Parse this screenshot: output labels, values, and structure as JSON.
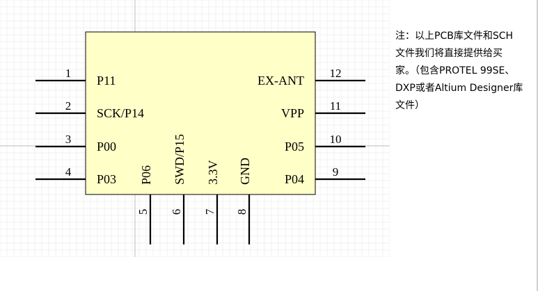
{
  "schematic": {
    "body_fill": "#ffffc8",
    "body_stroke": "#000000",
    "grid_color": "#f0f0f0",
    "pins": [
      {
        "num": "1",
        "name": "P11",
        "side": "left"
      },
      {
        "num": "2",
        "name": "SCK/P14",
        "side": "left"
      },
      {
        "num": "3",
        "name": "P00",
        "side": "left"
      },
      {
        "num": "4",
        "name": "P03",
        "side": "left"
      },
      {
        "num": "5",
        "name": "P06",
        "side": "bottom"
      },
      {
        "num": "6",
        "name": "SWD/P15",
        "side": "bottom"
      },
      {
        "num": "7",
        "name": "3.3V",
        "side": "bottom"
      },
      {
        "num": "8",
        "name": "GND",
        "side": "bottom"
      },
      {
        "num": "9",
        "name": "P04",
        "side": "right"
      },
      {
        "num": "10",
        "name": "P05",
        "side": "right"
      },
      {
        "num": "11",
        "name": "VPP",
        "side": "right"
      },
      {
        "num": "12",
        "name": "EX-ANT",
        "side": "right"
      }
    ]
  },
  "note": {
    "lines": [
      "注：以上PCB库文件和SCH",
      "文件我们将直接提供给买",
      "家。（包含PROTEL 99SE、",
      "DXP或者Altium Designer库",
      "文件）"
    ]
  }
}
